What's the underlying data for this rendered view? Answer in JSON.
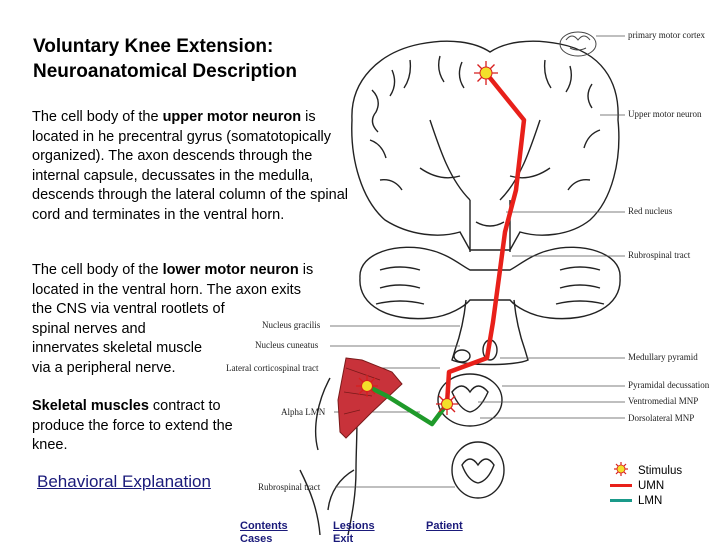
{
  "title": {
    "line1": "Voluntary Knee Extension:",
    "line2": "Neuroanatomical Description"
  },
  "paragraph_umn": {
    "pre": "The cell body of the ",
    "bold": "upper motor neuron",
    "post": " is located in he precentral gyrus (somatotopically organized). The axon descends through the internal capsule, decussates in the medulla, descends through the lateral column of the spinal cord and terminates in the ventral horn."
  },
  "paragraph_lmn": {
    "pre": "The cell body of the ",
    "bold": "lower motor neuron",
    "post": " is",
    "line2": "located in the ventral horn.  The axon exits",
    "line3": "the CNS via ventral rootlets of",
    "line4": "spinal nerves and",
    "line5": "innervates skeletal muscle",
    "line6": "via a peripheral nerve."
  },
  "paragraph_muscle": {
    "bold": "Skeletal muscles",
    "post": " contract to produce the force to extend the knee."
  },
  "diagram_labels": {
    "primary_motor_cortex": "primary motor cortex",
    "upper_motor_neuron": "Upper motor neuron",
    "red_nucleus": "Red nucleus",
    "rubrospinal_tract_upper": "Rubrospinal tract",
    "nucleus_gracilis": "Nucleus gracilis",
    "nucleus_cuneatus": "Nucleus cuneatus",
    "lateral_corticospinal_tract": "Lateral corticospinal tract",
    "medullary_pyramid": "Medullary pyramid",
    "pyramidal_decussation": "Pyramidal decussation",
    "ventromedial_mnp": "Ventromedial MNP",
    "dorsolateral_mnp": "Dorsolateral MNP",
    "alpha_lmn": "Alpha LMN",
    "rubrospinal_tract_lower": "Rubrospinal tract"
  },
  "behavioral_link": "Behavioral Explanation",
  "legend": {
    "stimulus": "Stimulus",
    "umn": "UMN",
    "lmn": "LMN"
  },
  "nav": {
    "contents": "Contents",
    "lesions": "Lesions",
    "patient": "Patient",
    "cases": "Cases",
    "exit": "Exit"
  },
  "colors": {
    "umn": "#e8201a",
    "lmn": "#1f9a2a",
    "legend_lmn": "#1a9a8a",
    "stimulus": "#f3e02a",
    "stimulus_ray": "#d81e1e",
    "muscle": "#c8323a"
  }
}
